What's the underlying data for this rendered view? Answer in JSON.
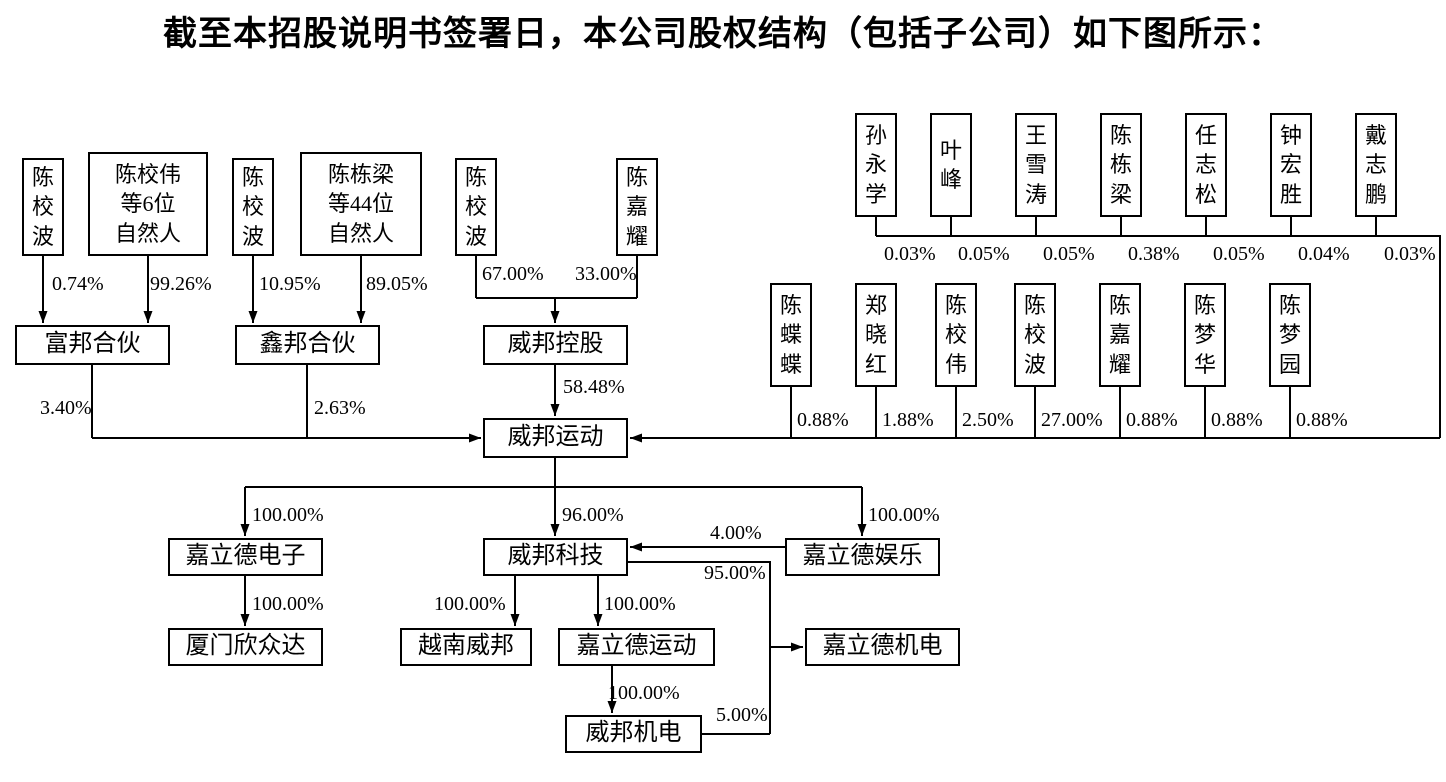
{
  "title": "截至本招股说明书签署日，本公司股权结构（包括子公司）如下图所示：",
  "nodes": {
    "chen_xiaobo_a": "陈\n校\n波",
    "chen_xiaowei_group": "陈校伟\n等6位\n自然人",
    "chen_xiaobo_b": "陈\n校\n波",
    "chen_dongliang_group": "陈栋梁\n等44位\n自然人",
    "chen_xiaobo_c": "陈\n校\n波",
    "chen_jiayao_a": "陈\n嘉\n耀",
    "sun_yongxue": "孙\n永\n学",
    "ye_feng": "叶\n峰",
    "wang_xuetao": "王\n雪\n涛",
    "chen_dongliang": "陈\n栋\n梁",
    "ren_zhisong": "任\n志\n松",
    "zhong_hongsheng": "钟\n宏\n胜",
    "dai_zhipeng": "戴\n志\n鹏",
    "chen_diedie": "陈\n蝶\n蝶",
    "zheng_xiaohong": "郑\n晓\n红",
    "chen_xiaowei": "陈\n校\n伟",
    "chen_xiaobo_d": "陈\n校\n波",
    "chen_jiayao_b": "陈\n嘉\n耀",
    "chen_menghua": "陈\n梦\n华",
    "chen_mengyuan": "陈\n梦\n园",
    "fubang": "富邦合伙",
    "xinbang": "鑫邦合伙",
    "weibang_holding": "威邦控股",
    "weibang_sports": "威邦运动",
    "jialide_elec": "嘉立德电子",
    "weibang_tech": "威邦科技",
    "jialide_ent": "嘉立德娱乐",
    "xiamen_xinzhongda": "厦门欣众达",
    "vietnam_weibang": "越南威邦",
    "jialide_sports": "嘉立德运动",
    "jialide_mech": "嘉立德机电",
    "weibang_mech": "威邦机电"
  },
  "pct": {
    "xiaobo_fubang": "0.74%",
    "group6_fubang": "99.26%",
    "xiaobo_xinbang": "10.95%",
    "group44_xinbang": "89.05%",
    "xiaobo_holding": "67.00%",
    "jiayao_holding": "33.00%",
    "holding_sports": "58.48%",
    "fubang_sports": "3.40%",
    "xinbang_sports": "2.63%",
    "sun_yongxue": "0.03%",
    "ye_feng": "0.05%",
    "wang_xuetao": "0.05%",
    "chen_dongliang": "0.38%",
    "ren_zhisong": "0.05%",
    "zhong_hongsheng": "0.04%",
    "dai_zhipeng": "0.03%",
    "chen_diedie": "0.88%",
    "zheng_xiaohong": "1.88%",
    "chen_xiaowei": "2.50%",
    "chen_xiaobo": "27.00%",
    "chen_jiayao": "0.88%",
    "chen_menghua": "0.88%",
    "chen_mengyuan": "0.88%",
    "sports_jld_elec": "100.00%",
    "sports_wb_tech": "96.00%",
    "sports_jld_ent": "100.00%",
    "elec_xiamen": "100.00%",
    "tech_vietnam": "100.00%",
    "tech_jld_sports": "100.00%",
    "ent_tech": "4.00%",
    "tech_jld_mech": "95.00%",
    "jld_sports_wb_mech": "100.00%",
    "wb_mech_jld_mech": "5.00%"
  }
}
